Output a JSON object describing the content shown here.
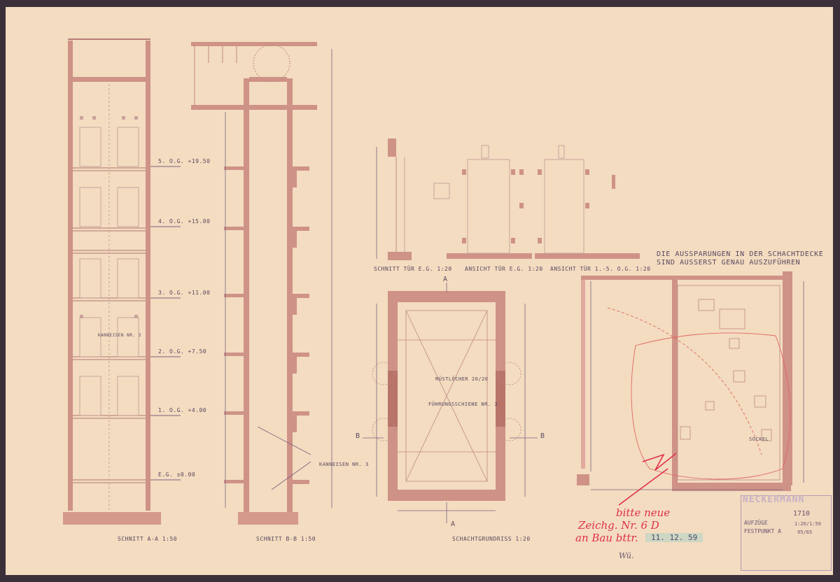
{
  "note": {
    "line1": "DIE AUSSPARUNGEN IN DER SCHACHTDECKE",
    "line2": "SIND AUSSERST GENAU AUSZUFÜHREN"
  },
  "captions": {
    "section_aa": "SCHNITT A-A 1:50",
    "section_bb": "SCHNITT B-B 1:50",
    "door_section": "SCHNITT TÜR E.G. 1:20",
    "door_view_eg": "ANSICHT TÜR E.G. 1:20",
    "door_view_og": "ANSICHT TÜR 1.-5. O.G. 1:20",
    "shaft_plan": "SCHACHTGRUNDRISS 1:20"
  },
  "levels": [
    {
      "label": "5. O.G. +19.50"
    },
    {
      "label": "4. O.G. +15.00"
    },
    {
      "label": "3. O.G. +11.00"
    },
    {
      "label": "2. O.G. +7.50"
    },
    {
      "label": "1. O.G. +4.00"
    },
    {
      "label": "E.G. ±0.00"
    }
  ],
  "annotations": {
    "kanneisen_nr3": "KANNEISEN NR. 3",
    "kanneisen_b": "KANNEISEN NR. 3",
    "rustlocher": "RÜSTLÖCHER 20/20",
    "fuehrungsschiene": "FÜHRUNGSSCHIENE NR. 3",
    "sockel": "SOCKEL",
    "section_a": "A",
    "section_b": "B"
  },
  "stamp": {
    "company": "NECKERMANN",
    "number": "1710",
    "subject": "AUFZÜGE",
    "subject2": "FESTPUNKT A",
    "scale": "1:20/1:50",
    "sheet": "95/65"
  },
  "handwriting": {
    "line1": "bitte neue",
    "line2": "Zeichg. Nr. 6 D",
    "line3": "an Bau bttr.",
    "date": "11. 12. 59",
    "initials": "Wü."
  },
  "colors": {
    "paper": "#f3dcc0",
    "wall": "#c98a7e",
    "ink": "#5a4860",
    "red_pen": "#e0304a"
  }
}
